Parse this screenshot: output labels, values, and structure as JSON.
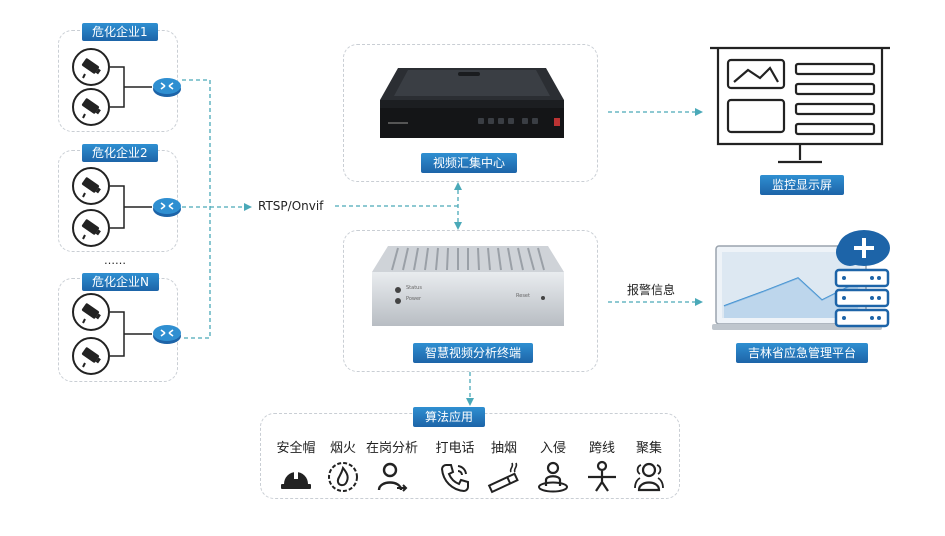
{
  "enterprises": [
    {
      "label": "危化企业1"
    },
    {
      "label": "危化企业2"
    },
    {
      "label": "危化企业N"
    }
  ],
  "ellipsis": "……",
  "protocol_label": "RTSP/Onvif",
  "video_center_label": "视频汇集中心",
  "analysis_terminal_label": "智慧视频分析终端",
  "analysis_device": {
    "status": "Status",
    "power": "Power",
    "reset": "Reset"
  },
  "alarm_label": "报警信息",
  "monitor_label": "监控显示屏",
  "platform_label": "吉林省应急管理平台",
  "algorithms": {
    "title": "算法应用",
    "items": [
      {
        "label": "安全帽",
        "icon": "helmet-icon"
      },
      {
        "label": "烟火",
        "icon": "fire-icon"
      },
      {
        "label": "在岗分析",
        "icon": "person-on-duty-icon"
      },
      {
        "label": "打电话",
        "icon": "phone-icon"
      },
      {
        "label": "抽烟",
        "icon": "smoking-icon"
      },
      {
        "label": "入侵",
        "icon": "intrusion-icon"
      },
      {
        "label": "跨线",
        "icon": "line-crossing-icon"
      },
      {
        "label": "聚集",
        "icon": "crowd-icon"
      }
    ]
  },
  "colors": {
    "accent": "#1d64a8",
    "dashed_flow": "#4aa9b8",
    "border": "#c9ced4"
  }
}
